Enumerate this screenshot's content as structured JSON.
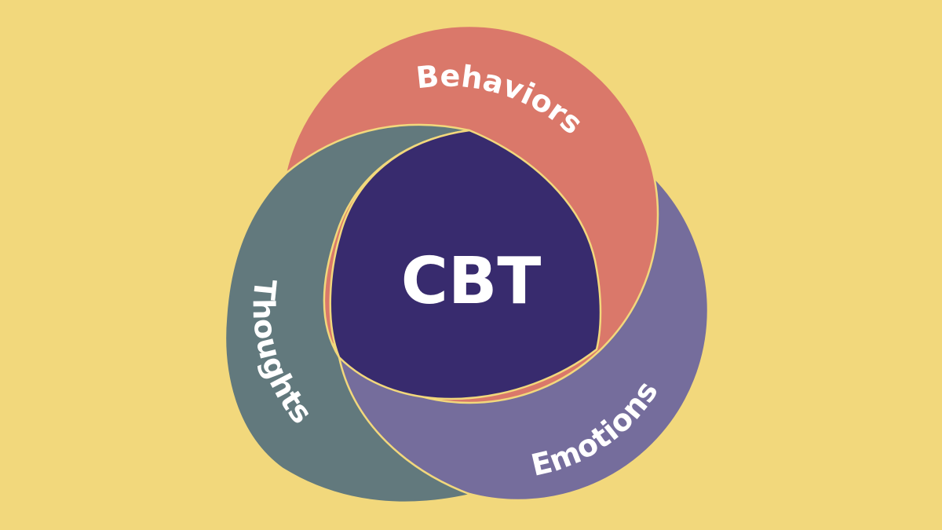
{
  "diagram": {
    "center_label": "CBT",
    "segments": [
      {
        "name": "behaviors",
        "label": "Behaviors"
      },
      {
        "name": "emotions",
        "label": "Emotions"
      },
      {
        "name": "thoughts",
        "label": "Thoughts"
      }
    ]
  },
  "colors": {
    "background": "#F2D87C",
    "behaviors": "#DA786A",
    "emotions": "#756D9C",
    "thoughts": "#62797D",
    "center": "#382B6E",
    "outline": "#F2D87C",
    "text": "#FFFFFF"
  }
}
